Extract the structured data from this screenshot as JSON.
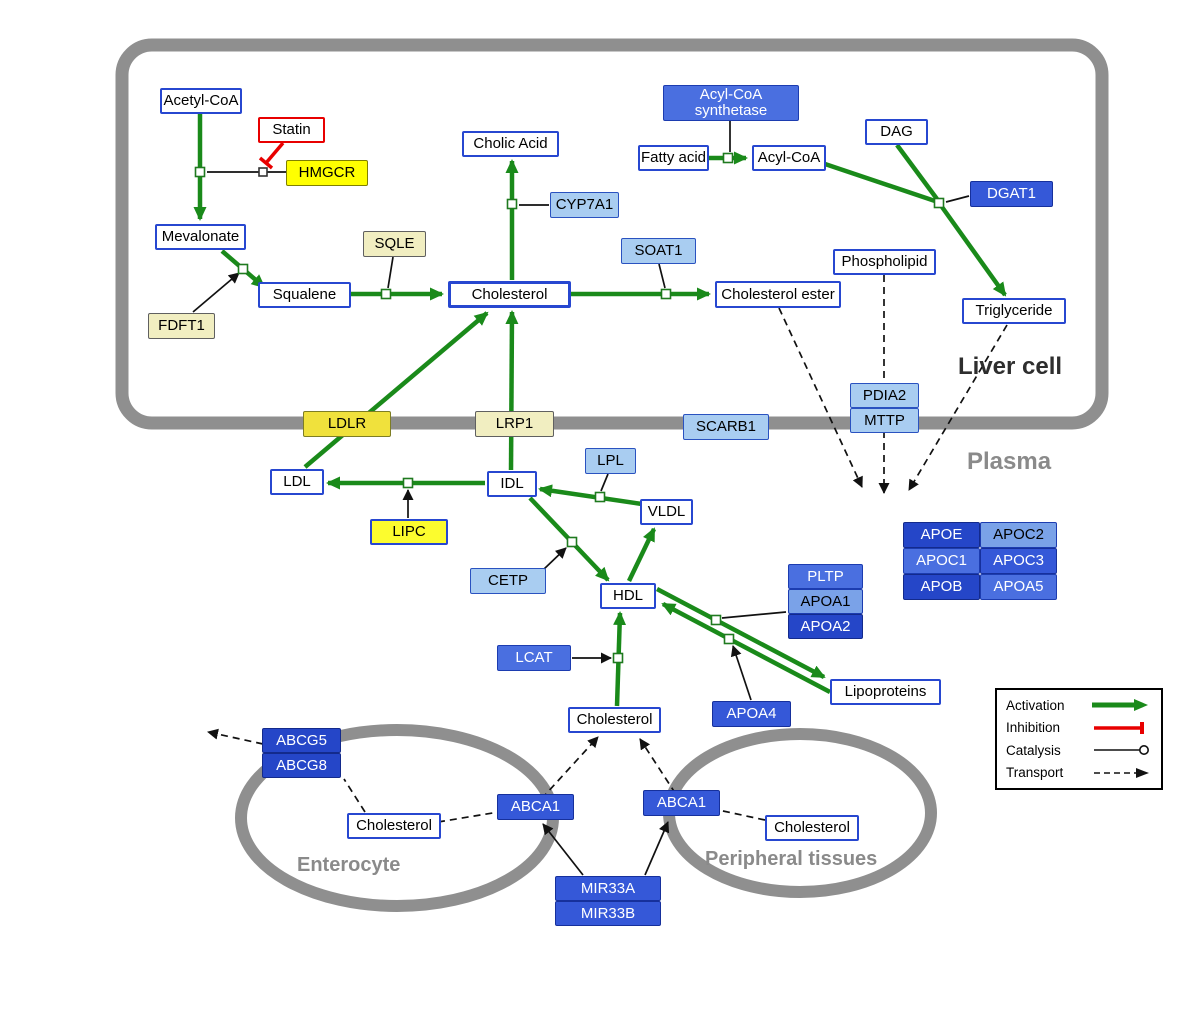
{
  "compartments": {
    "liver": "Liver cell",
    "plasma": "Plasma",
    "enterocyte": "Enterocyte",
    "peripheral": "Peripheral tissues"
  },
  "nodes": {
    "acetyl_coa": {
      "label": "Acetyl-CoA"
    },
    "statin": {
      "label": "Statin"
    },
    "hmgcr": {
      "label": "HMGCR"
    },
    "mevalonate": {
      "label": "Mevalonate"
    },
    "sqle": {
      "label": "SQLE"
    },
    "fdft1": {
      "label": "FDFT1"
    },
    "squalene": {
      "label": "Squalene"
    },
    "cholesterol_liver": {
      "label": "Cholesterol"
    },
    "cholic_acid": {
      "label": "Cholic Acid"
    },
    "cyp7a1": {
      "label": "CYP7A1"
    },
    "soat1": {
      "label": "SOAT1"
    },
    "cholesterol_ester": {
      "label": "Cholesterol ester"
    },
    "acyl_coa_synthetase": {
      "label": "Acyl-CoA synthetase"
    },
    "fatty_acid": {
      "label": "Fatty acid"
    },
    "acyl_coa": {
      "label": "Acyl-CoA"
    },
    "dag": {
      "label": "DAG"
    },
    "dgat1": {
      "label": "DGAT1"
    },
    "phospholipid": {
      "label": "Phospholipid"
    },
    "triglyceride": {
      "label": "Triglyceride"
    },
    "ldlr": {
      "label": "LDLR"
    },
    "lrp1": {
      "label": "LRP1"
    },
    "scarb1": {
      "label": "SCARB1"
    },
    "pdia2": {
      "label": "PDIA2"
    },
    "mttp": {
      "label": "MTTP"
    },
    "ldl": {
      "label": "LDL"
    },
    "idl": {
      "label": "IDL"
    },
    "lpl": {
      "label": "LPL"
    },
    "vldl": {
      "label": "VLDL"
    },
    "lipc": {
      "label": "LIPC"
    },
    "cetp": {
      "label": "CETP"
    },
    "hdl": {
      "label": "HDL"
    },
    "pltp": {
      "label": "PLTP"
    },
    "apoa1": {
      "label": "APOA1"
    },
    "apoa2": {
      "label": "APOA2"
    },
    "lcat": {
      "label": "LCAT"
    },
    "apoa4": {
      "label": "APOA4"
    },
    "lipoproteins": {
      "label": "Lipoproteins"
    },
    "cholesterol_plasma": {
      "label": "Cholesterol"
    },
    "apoe": {
      "label": "APOE"
    },
    "apoc2": {
      "label": "APOC2"
    },
    "apoc1": {
      "label": "APOC1"
    },
    "apoc3": {
      "label": "APOC3"
    },
    "apob": {
      "label": "APOB"
    },
    "apoa5": {
      "label": "APOA5"
    },
    "abcg5": {
      "label": "ABCG5"
    },
    "abcg8": {
      "label": "ABCG8"
    },
    "cholesterol_enterocyte": {
      "label": "Cholesterol"
    },
    "abca1_enterocyte": {
      "label": "ABCA1"
    },
    "abca1_peripheral": {
      "label": "ABCA1"
    },
    "cholesterol_peripheral": {
      "label": "Cholesterol"
    },
    "mir33a": {
      "label": "MIR33A"
    },
    "mir33b": {
      "label": "MIR33B"
    }
  },
  "legend": {
    "activation": "Activation",
    "inhibition": "Inhibition",
    "catalysis": "Catalysis",
    "transport": "Transport"
  },
  "colors": {
    "activation": "#1a8a1a",
    "inhibition": "#e80000",
    "membrane": "#8f8f8f",
    "metabolite_border": "#2747d0",
    "highlight_yellow": "#ffff00"
  }
}
